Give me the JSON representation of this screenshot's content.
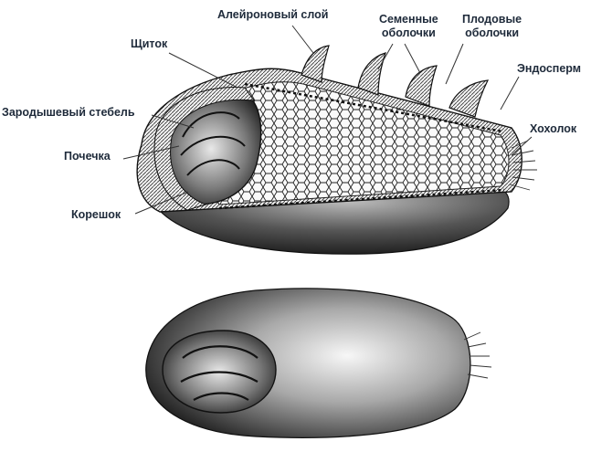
{
  "labels": {
    "aleurone_layer": "Алейроновый слой",
    "seed_coats": "Семенные\nоболочки",
    "fruit_coats": "Плодовые\nоболочки",
    "scutellum": "Щиток",
    "endosperm": "Эндосперм",
    "embryo_stem": "Зародышевый стебель",
    "bud": "Почечка",
    "tuft": "Хохолок",
    "rootlet": "Корешок"
  },
  "colors": {
    "ink": "#1e2a3a",
    "outline": "#111111",
    "grain_dark": "#2a2a2a",
    "grain_light": "#d9d9d9"
  }
}
